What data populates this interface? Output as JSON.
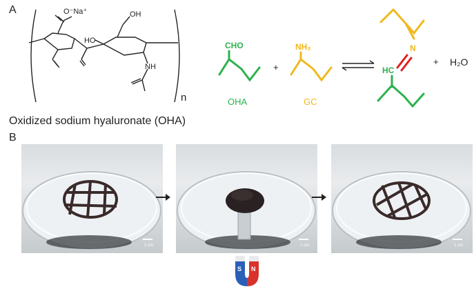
{
  "panel_a": {
    "label": "A",
    "structure": {
      "counterion": "O⁻Na⁺",
      "ho": "HO",
      "oh": "OH",
      "nh": "NH",
      "repeat": "n"
    },
    "caption": "Oxidized sodium hyaluronate (OHA)",
    "reaction": {
      "oha_group": "CHO",
      "oha_label": "OHA",
      "plus_1": "+",
      "gc_group": "NH₂",
      "gc_label": "GC",
      "product_n": "N",
      "product_hc": "HC",
      "plus_2": "+",
      "water": "H₂O"
    },
    "colors": {
      "oha_green": "#2bb24c",
      "gc_yellow": "#f0b81c",
      "bond_red": "#e02020"
    }
  },
  "panel_b": {
    "label": "B",
    "photos": [
      {
        "state": "mesh",
        "scale_text": "1 cm"
      },
      {
        "state": "collapsed-by-magnet",
        "scale_text": "1 cm"
      },
      {
        "state": "recovered-mesh",
        "scale_text": "1 cm"
      }
    ],
    "magnet": {
      "south": "S",
      "north": "N",
      "south_color": "#2a5fb8",
      "north_color": "#d8322b"
    }
  }
}
